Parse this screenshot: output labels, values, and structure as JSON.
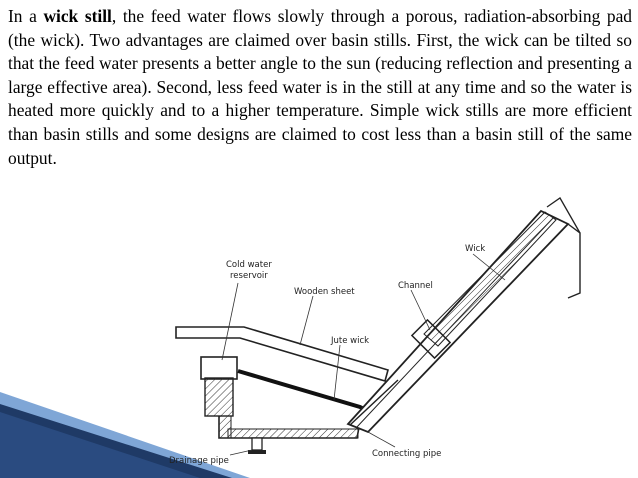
{
  "paragraph": {
    "intro": "In a ",
    "term": "wick still",
    "body": ", the feed water flows slowly through a porous, radiation-absorbing pad (the wick). Two advantages are claimed over basin stills. First, the wick can be tilted so that the feed water presents a better angle to the sun (reducing reflection and presenting a large effective area). Second, less feed water is in the still at any time and so the water is heated more quickly and to a higher temperature. Simple wick stills are more efficient than basin stills and some designs are claimed to cost less than a basin still of the same output."
  },
  "diagram": {
    "labels": {
      "cold_water_1": "Cold water",
      "cold_water_2": "reservoir",
      "wooden_sheet": "Wooden sheet",
      "jute_wick": "Jute wick",
      "channel": "Channel",
      "wick": "Wick",
      "drainage_pipe": "Drainage pipe",
      "connecting_pipe": "Connecting pipe"
    }
  },
  "colors": {
    "accent_dark": "#1f3a66",
    "accent_light": "#7fa6d6"
  }
}
